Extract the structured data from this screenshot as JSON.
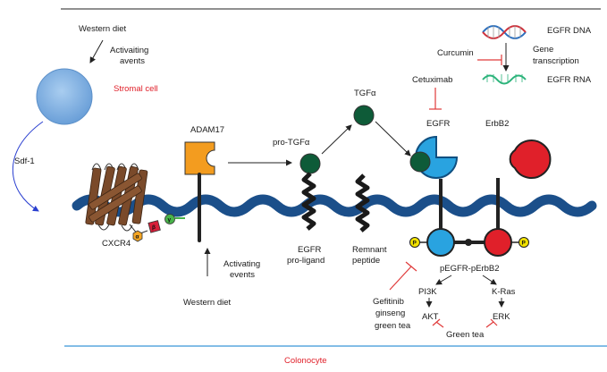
{
  "labels": {
    "western_diet_top": "Western diet",
    "activating_events_top_1": "Activaiting",
    "activating_events_top_2": "avents",
    "stromal_cell": "Stromal cell",
    "sdf1": "Sdf-1",
    "cxcr4": "CXCR4",
    "adam17": "ADAM17",
    "activating_events_bottom_1": "Activating",
    "activating_events_bottom_2": "events",
    "western_diet_bottom": "Western diet",
    "pro_tgfa": "pro-TGFα",
    "tgfa": "TGFα",
    "egfr_proligand_1": "EGFR",
    "egfr_proligand_2": "pro-ligand",
    "remnant_peptide_1": "Remnant",
    "remnant_peptide_2": "peptide",
    "cetuximab": "Cetuximab",
    "curcumin": "Curcumin",
    "egfr_dna": "EGFR DNA",
    "gene_transcription_1": "Gene",
    "gene_transcription_2": "transcription",
    "egfr_rna": "EGFR RNA",
    "egfr": "EGFR",
    "erbb2": "ErbB2",
    "p_left": "P",
    "p_right": "P",
    "pegfr_perbb2": "pEGFR-pErbB2",
    "pi3k": "PI3K",
    "akt": "AKT",
    "kras": "K-Ras",
    "erk": "ERK",
    "gefitinib": "Gefitinib",
    "ginseng": "ginseng",
    "green_tea_left": "green tea",
    "green_tea_bottom": "Green tea",
    "colonocyte": "Colonocyte",
    "badge_alpha": "α",
    "badge_beta": "β",
    "badge_gamma": "γ"
  },
  "colors": {
    "stromal_cell": "#7fb2e5",
    "membrane": "#1b4f8a",
    "adam17": "#f39c1f",
    "tgfa_ball": "#0e5b38",
    "egfr_blue": "#29a3e0",
    "erbb2_red": "#e0202a",
    "phospho_yellow": "#f2e200",
    "receptor_brown": "#7a4a2a",
    "inhibitor_red": "#e03a3a",
    "text_red": "#e0202a",
    "cell_boundary": "#5aa7de",
    "dna_blue": "#2a6fbf",
    "dna_red": "#d0303a",
    "rna_green": "#2bb37a"
  }
}
